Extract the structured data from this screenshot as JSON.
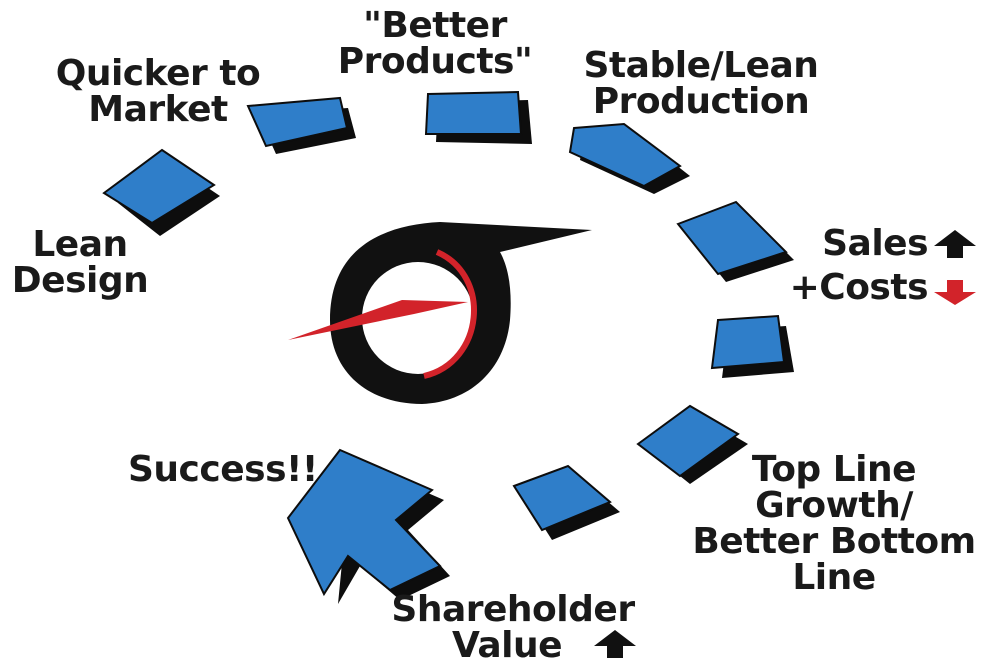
{
  "colors": {
    "tile_fill": "#2f7ec9",
    "tile_shadow": "#0d0d0d",
    "logo_black": "#111111",
    "logo_red": "#d2232a",
    "text": "#1a1a1a",
    "up_arrow": "#111111",
    "down_arrow": "#d2232a"
  },
  "labels": {
    "lean_design": [
      "Lean",
      "Design"
    ],
    "quicker_to_market": [
      "Quicker to",
      "Market"
    ],
    "better_products": [
      "\"Better",
      "Products\""
    ],
    "stable_lean_production": [
      "Stable/Lean",
      "Production"
    ],
    "sales": "Sales",
    "costs": "+Costs",
    "top_line_growth": [
      "Top Line",
      "Growth/",
      "Better Bottom",
      "Line"
    ],
    "shareholder_value": [
      "Shareholder",
      "Value"
    ],
    "success": "Success!!"
  },
  "icons": {
    "sales_indicator": "up-arrow-icon",
    "costs_indicator": "down-arrow-icon",
    "shareholder_indicator": "up-arrow-icon",
    "center_logo": "gauge-logo-icon"
  }
}
